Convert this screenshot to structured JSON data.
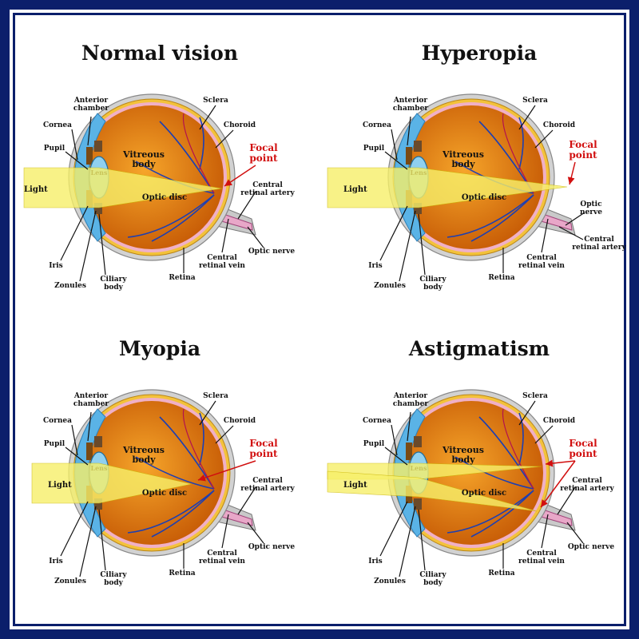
{
  "colors": {
    "frame": "#0b1f6b",
    "focal": "#d10f0f",
    "light": "#f7f06a",
    "vitreous": "#e98a12",
    "vessel": "#1d3fb3",
    "cornea": "#5ab3e6"
  },
  "panels": [
    {
      "title": "Normal vision",
      "labels": {
        "anterior": "Anterior\nchamber",
        "sclera": "Sclera",
        "cornea": "Cornea",
        "choroid": "Choroid",
        "pupil": "Pupil",
        "lens": "Lens",
        "vitreous": "Vitreous\nbody",
        "focal": "Focal\npoint",
        "light": "Light",
        "optic_disc": "Optic disc",
        "artery": "Central\nretinal artery",
        "optic_nerve": "Optic nerve",
        "iris": "Iris",
        "zonules": "Zonules",
        "ciliary": "Ciliary\nbody",
        "retina": "Retina",
        "vein": "Central\nretinal vein"
      }
    },
    {
      "title": "Hyperopia",
      "labels": {
        "anterior": "Anterior\nchamber",
        "sclera": "Sclera",
        "cornea": "Cornea",
        "choroid": "Choroid",
        "pupil": "Pupil",
        "lens": "Lens",
        "vitreous": "Vitreous\nbody",
        "focal": "Focal\npoint",
        "light": "Light",
        "optic_disc": "Optic disc",
        "optic_nerve": "Optic\nnerve",
        "iris": "Iris",
        "zonules": "Zonules",
        "ciliary": "Ciliary\nbody",
        "retina": "Retina",
        "vein": "Central\nretinal vein",
        "artery": "Central\nretinal artery"
      }
    },
    {
      "title": "Myopia",
      "labels": {
        "anterior": "Anterior\nchamber",
        "sclera": "Sclera",
        "cornea": "Cornea",
        "choroid": "Choroid",
        "pupil": "Pupil",
        "lens": "Lens",
        "vitreous": "Vitreous\nbody",
        "focal": "Focal\npoint",
        "light": "Light",
        "optic_disc": "Optic disc",
        "artery": "Central\nretinal artery",
        "optic_nerve": "Optic nerve",
        "iris": "Iris",
        "zonules": "Zonules",
        "ciliary": "Ciliary\nbody",
        "retina": "Retina",
        "vein": "Central\nretinal vein"
      }
    },
    {
      "title": "Astigmatism",
      "labels": {
        "anterior": "Anterior\nchamber",
        "sclera": "Sclera",
        "cornea": "Cornea",
        "choroid": "Choroid",
        "pupil": "Pupil",
        "lens": "Lens",
        "vitreous": "Vitreous\nbody",
        "focal": "Focal\npoint",
        "light": "Light",
        "optic_disc": "Optic disc",
        "artery": "Central\nretinal artery",
        "optic_nerve": "Optic nerve",
        "iris": "Iris",
        "zonules": "Zonules",
        "ciliary": "Ciliary\nbody",
        "retina": "Retina",
        "vein": "Central\nretinal vein"
      }
    }
  ]
}
